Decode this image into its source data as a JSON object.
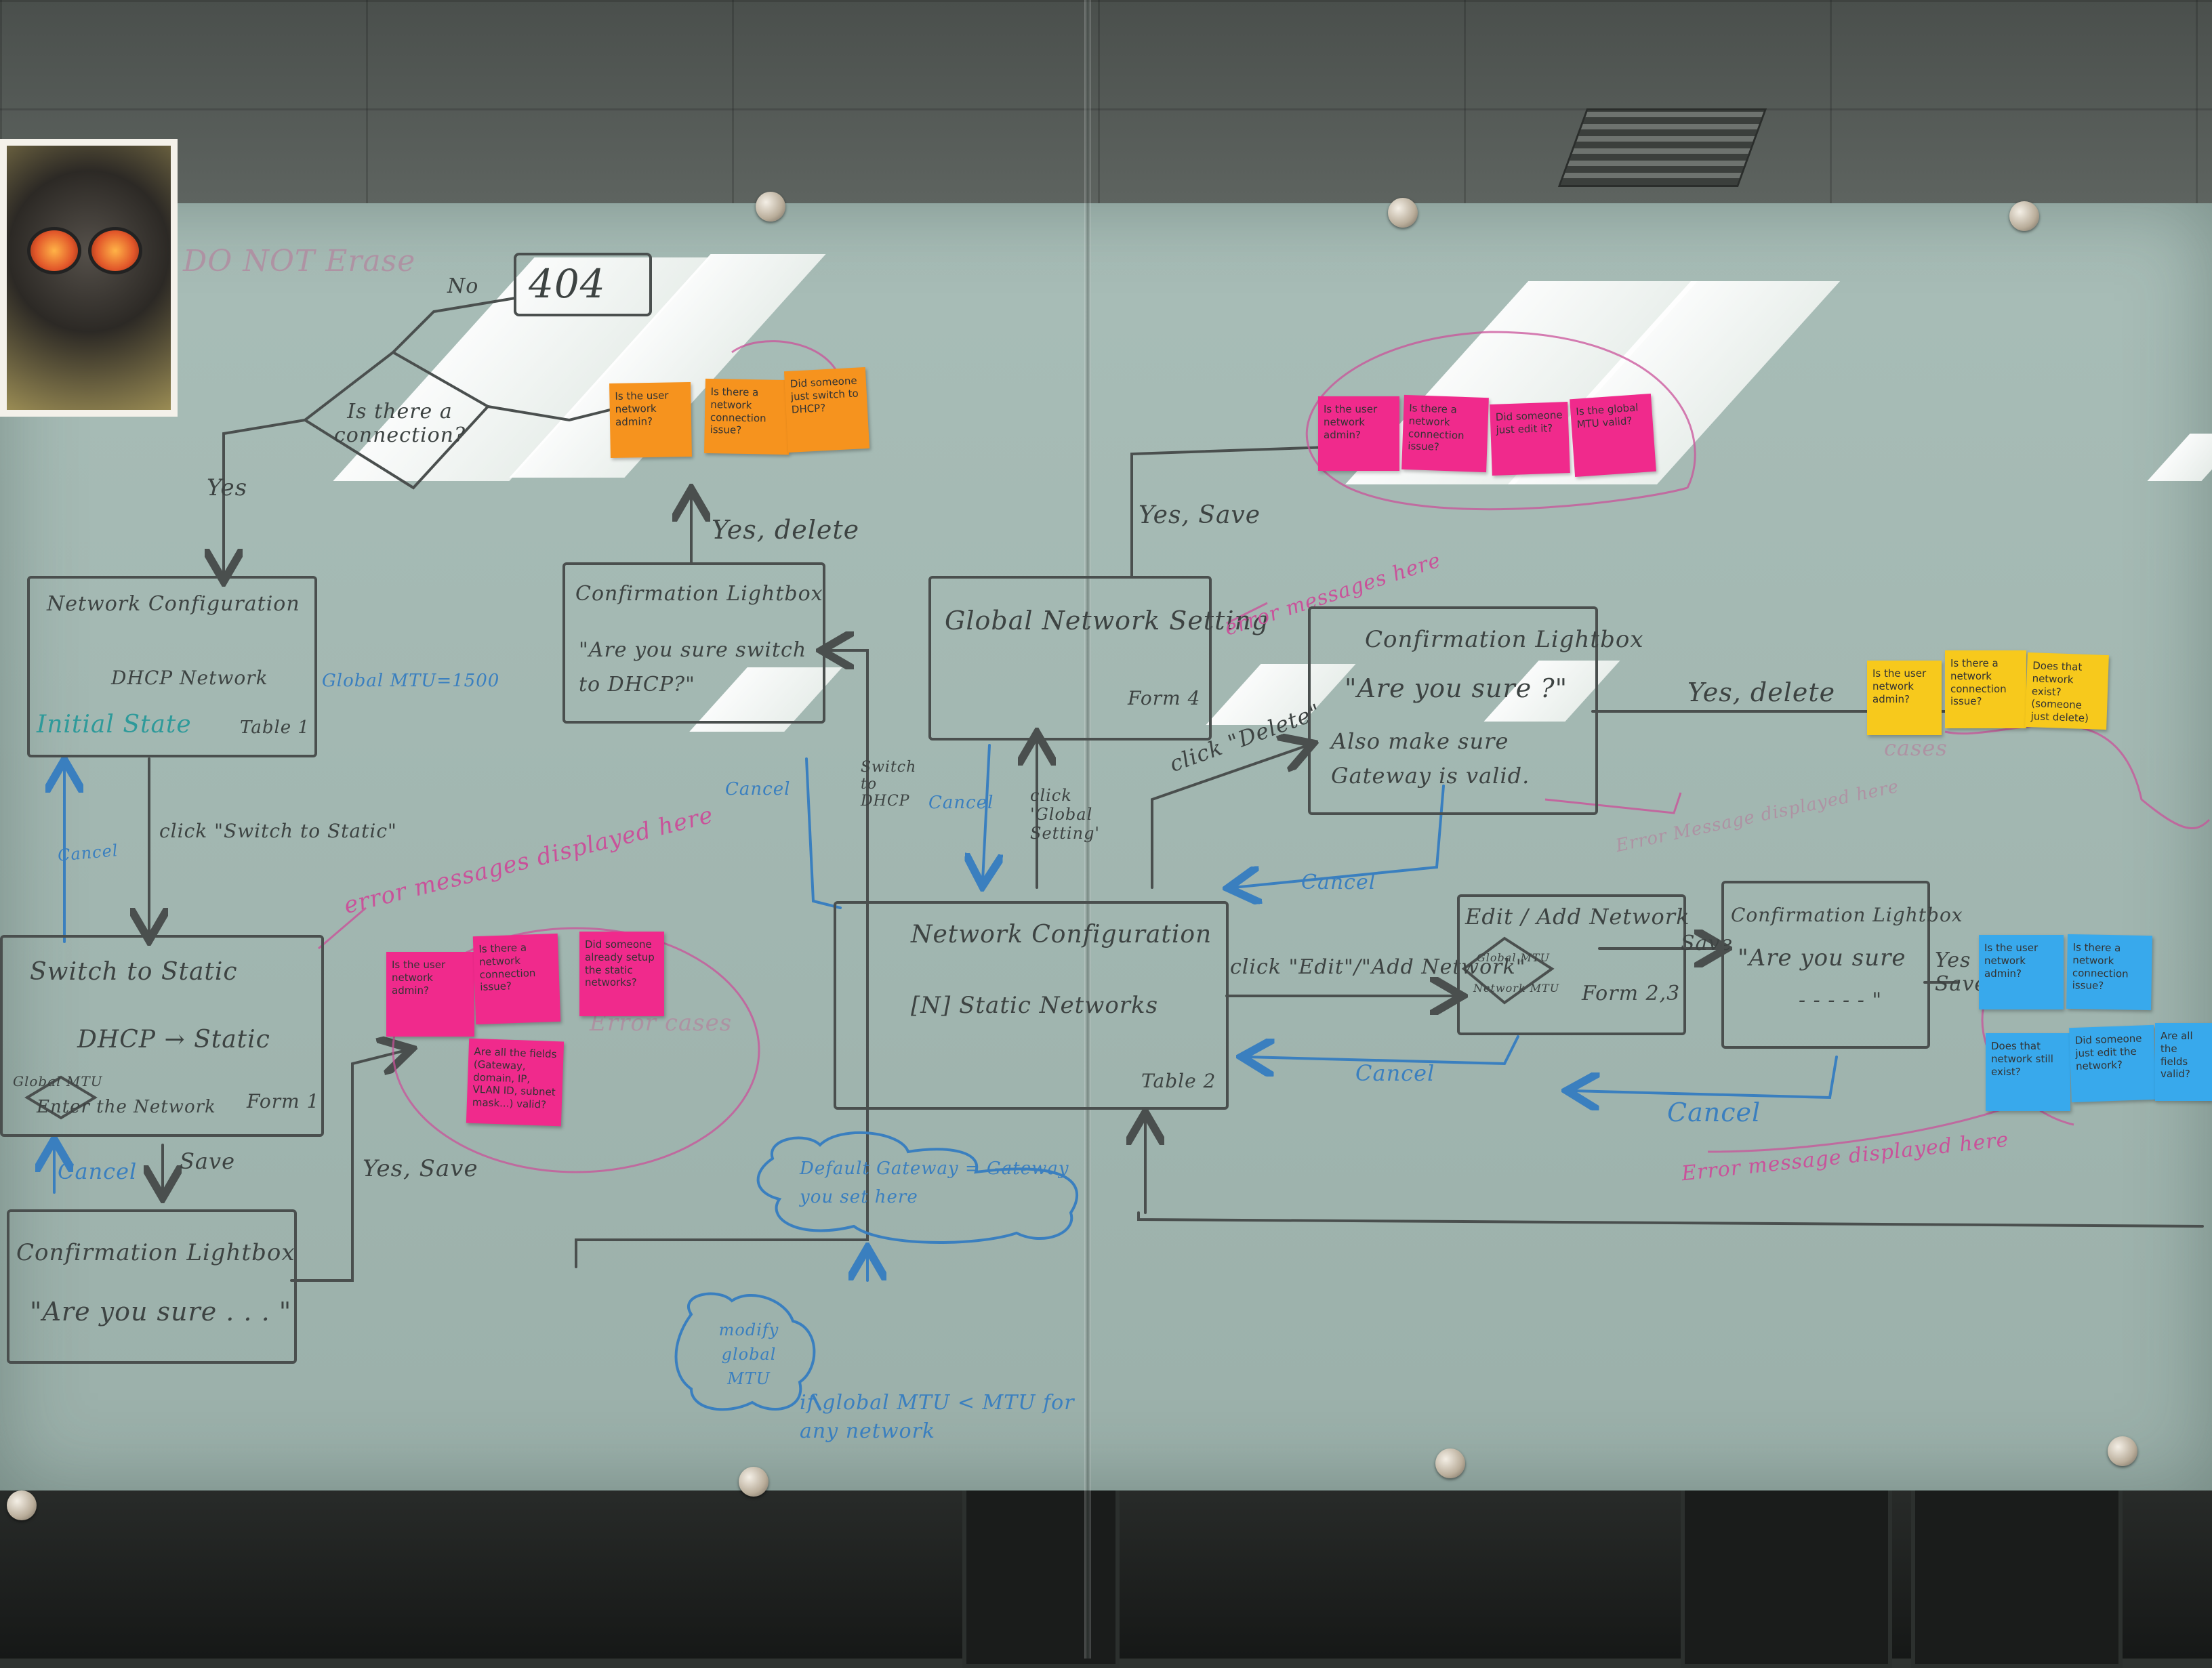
{
  "header": {
    "do_not_erase": "DO NOT Erase",
    "no": "No",
    "page_404": "404",
    "decision": "Is there a connection?",
    "yes": "Yes"
  },
  "boxes": {
    "network_config_initial": {
      "title": "Network Configuration",
      "body": "DHCP Network",
      "state": "Initial State",
      "table": "Table 1"
    },
    "global_mtu": "Global MTU=1500",
    "switch_to_static": {
      "title": "Switch to Static",
      "body": "DHCP → Static",
      "diamond": "Global MTU",
      "enter": "Enter the Network",
      "form": "Form 1"
    },
    "confirm_lightbox_left": {
      "title": "Confirmation Lightbox",
      "body": "\"Are you sure . . . \""
    },
    "confirm_dhcp": {
      "title": "Confirmation Lightbox",
      "body": "\"Are you sure switch to DHCP?\""
    },
    "global_network_setting": {
      "title": "Global Network Setting",
      "form": "Form 4"
    },
    "confirm_delete": {
      "title": "Confirmation Lightbox",
      "line1": "\"Are you sure ?\"",
      "line2": "Also make sure Gateway is valid."
    },
    "network_config_main": {
      "title": "Network Configuration",
      "body": "[N] Static Networks",
      "table": "Table 2"
    },
    "edit_add_network": {
      "title": "Edit / Add Network",
      "diamond_top": "Global MTU",
      "diamond_bottom": "Network MTU",
      "form": "Form 2,3"
    },
    "confirm_save": {
      "title": "Confirmation Lightbox",
      "body": "\"Are you sure",
      "dots": "- - - - - \""
    }
  },
  "labels": {
    "yes_delete_top": "Yes, delete",
    "yes_save_top": "Yes, Save",
    "yes_delete_right": "Yes, delete",
    "click_switch_static": "click \"Switch to Static\"",
    "cancel": "Cancel",
    "save": "Save",
    "yes_save_left": "Yes, Save",
    "switch_to_dhcp": "Switch to DHCP",
    "click_global_setting": "click 'Global Setting'",
    "click_delete": "click \"Delete\"",
    "click_edit_add": "click \"Edit\"/\"Add Network\"",
    "save_right": "Save",
    "yes_save_right": "Yes Save",
    "error_messages_here": "error messages here",
    "error_messages_displayed": "error messages displayed here",
    "error_message_displayed_right": "Error Message displayed here",
    "error_message_displayed_bottom": "Error message displayed here",
    "error_cases": "Error cases",
    "cases": "cases",
    "default_gateway": "Default Gateway = Gateway you set here",
    "modify_global": "modify global MTU",
    "mtu_rule": "if global MTU < MTU for any network"
  },
  "stickies": {
    "orange": [
      "Is the user network admin?",
      "Is there a network connection issue?",
      "Did someone just switch to DHCP?"
    ],
    "pink_top": [
      "Is the user network admin?",
      "Is there a network connection issue?",
      "Did someone just edit it?",
      "Is the global MTU valid?"
    ],
    "pink_left": [
      "Is the user network admin?",
      "Is there a network connection issue?",
      "Did someone already setup the static networks?",
      "Are all the fields (Gateway, domain, IP, VLAN ID, subnet mask...) valid?"
    ],
    "yellow": [
      "Is the user network admin?",
      "Is there a network connection issue?",
      "Does that network exist? (someone just delete)"
    ],
    "blue": [
      "Is the user network admin?",
      "Is there a network connection issue?",
      "Does that network still exist?",
      "Did someone just edit the network?",
      "Are all the fields valid?"
    ]
  },
  "colors": {
    "board": "#a8bdb7",
    "marker_black": "#3d4342",
    "marker_pink": "#c9529a",
    "marker_blue": "#3a7fbf",
    "sticky_orange": "#f6931e",
    "sticky_pink": "#f02a8c",
    "sticky_yellow": "#f7c91c",
    "sticky_blue": "#38a9ec"
  }
}
